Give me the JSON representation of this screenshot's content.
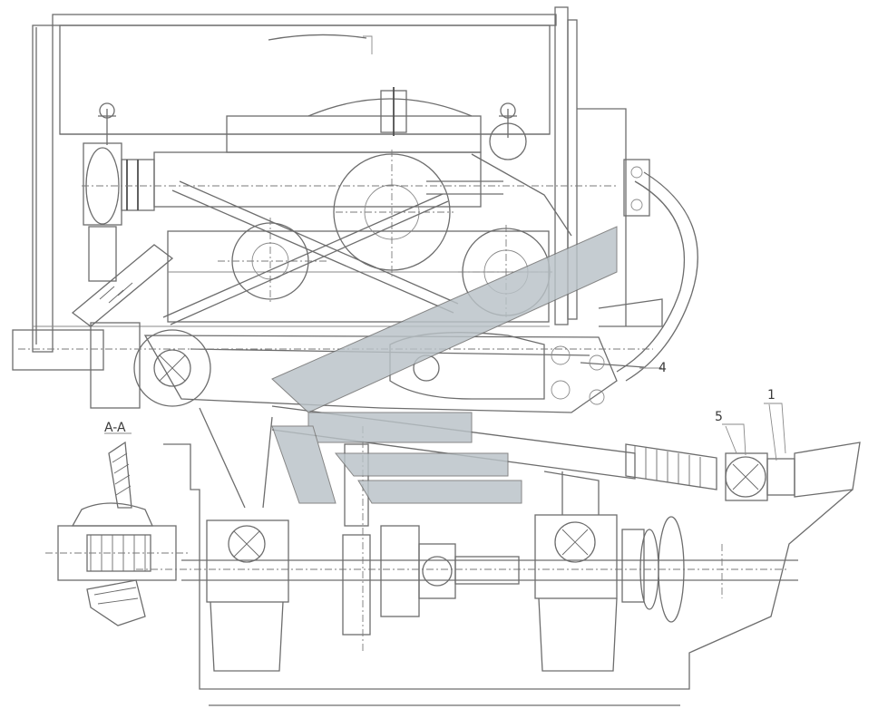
{
  "drawing": {
    "section_label": "A-A",
    "callouts": [
      {
        "id": "c5",
        "text": "5"
      },
      {
        "id": "c1",
        "text": "1"
      },
      {
        "id": "c4",
        "text": "4"
      }
    ]
  },
  "watermark": {
    "fill_color": "#b9c2c7",
    "line_color": "#6c6c6c"
  }
}
